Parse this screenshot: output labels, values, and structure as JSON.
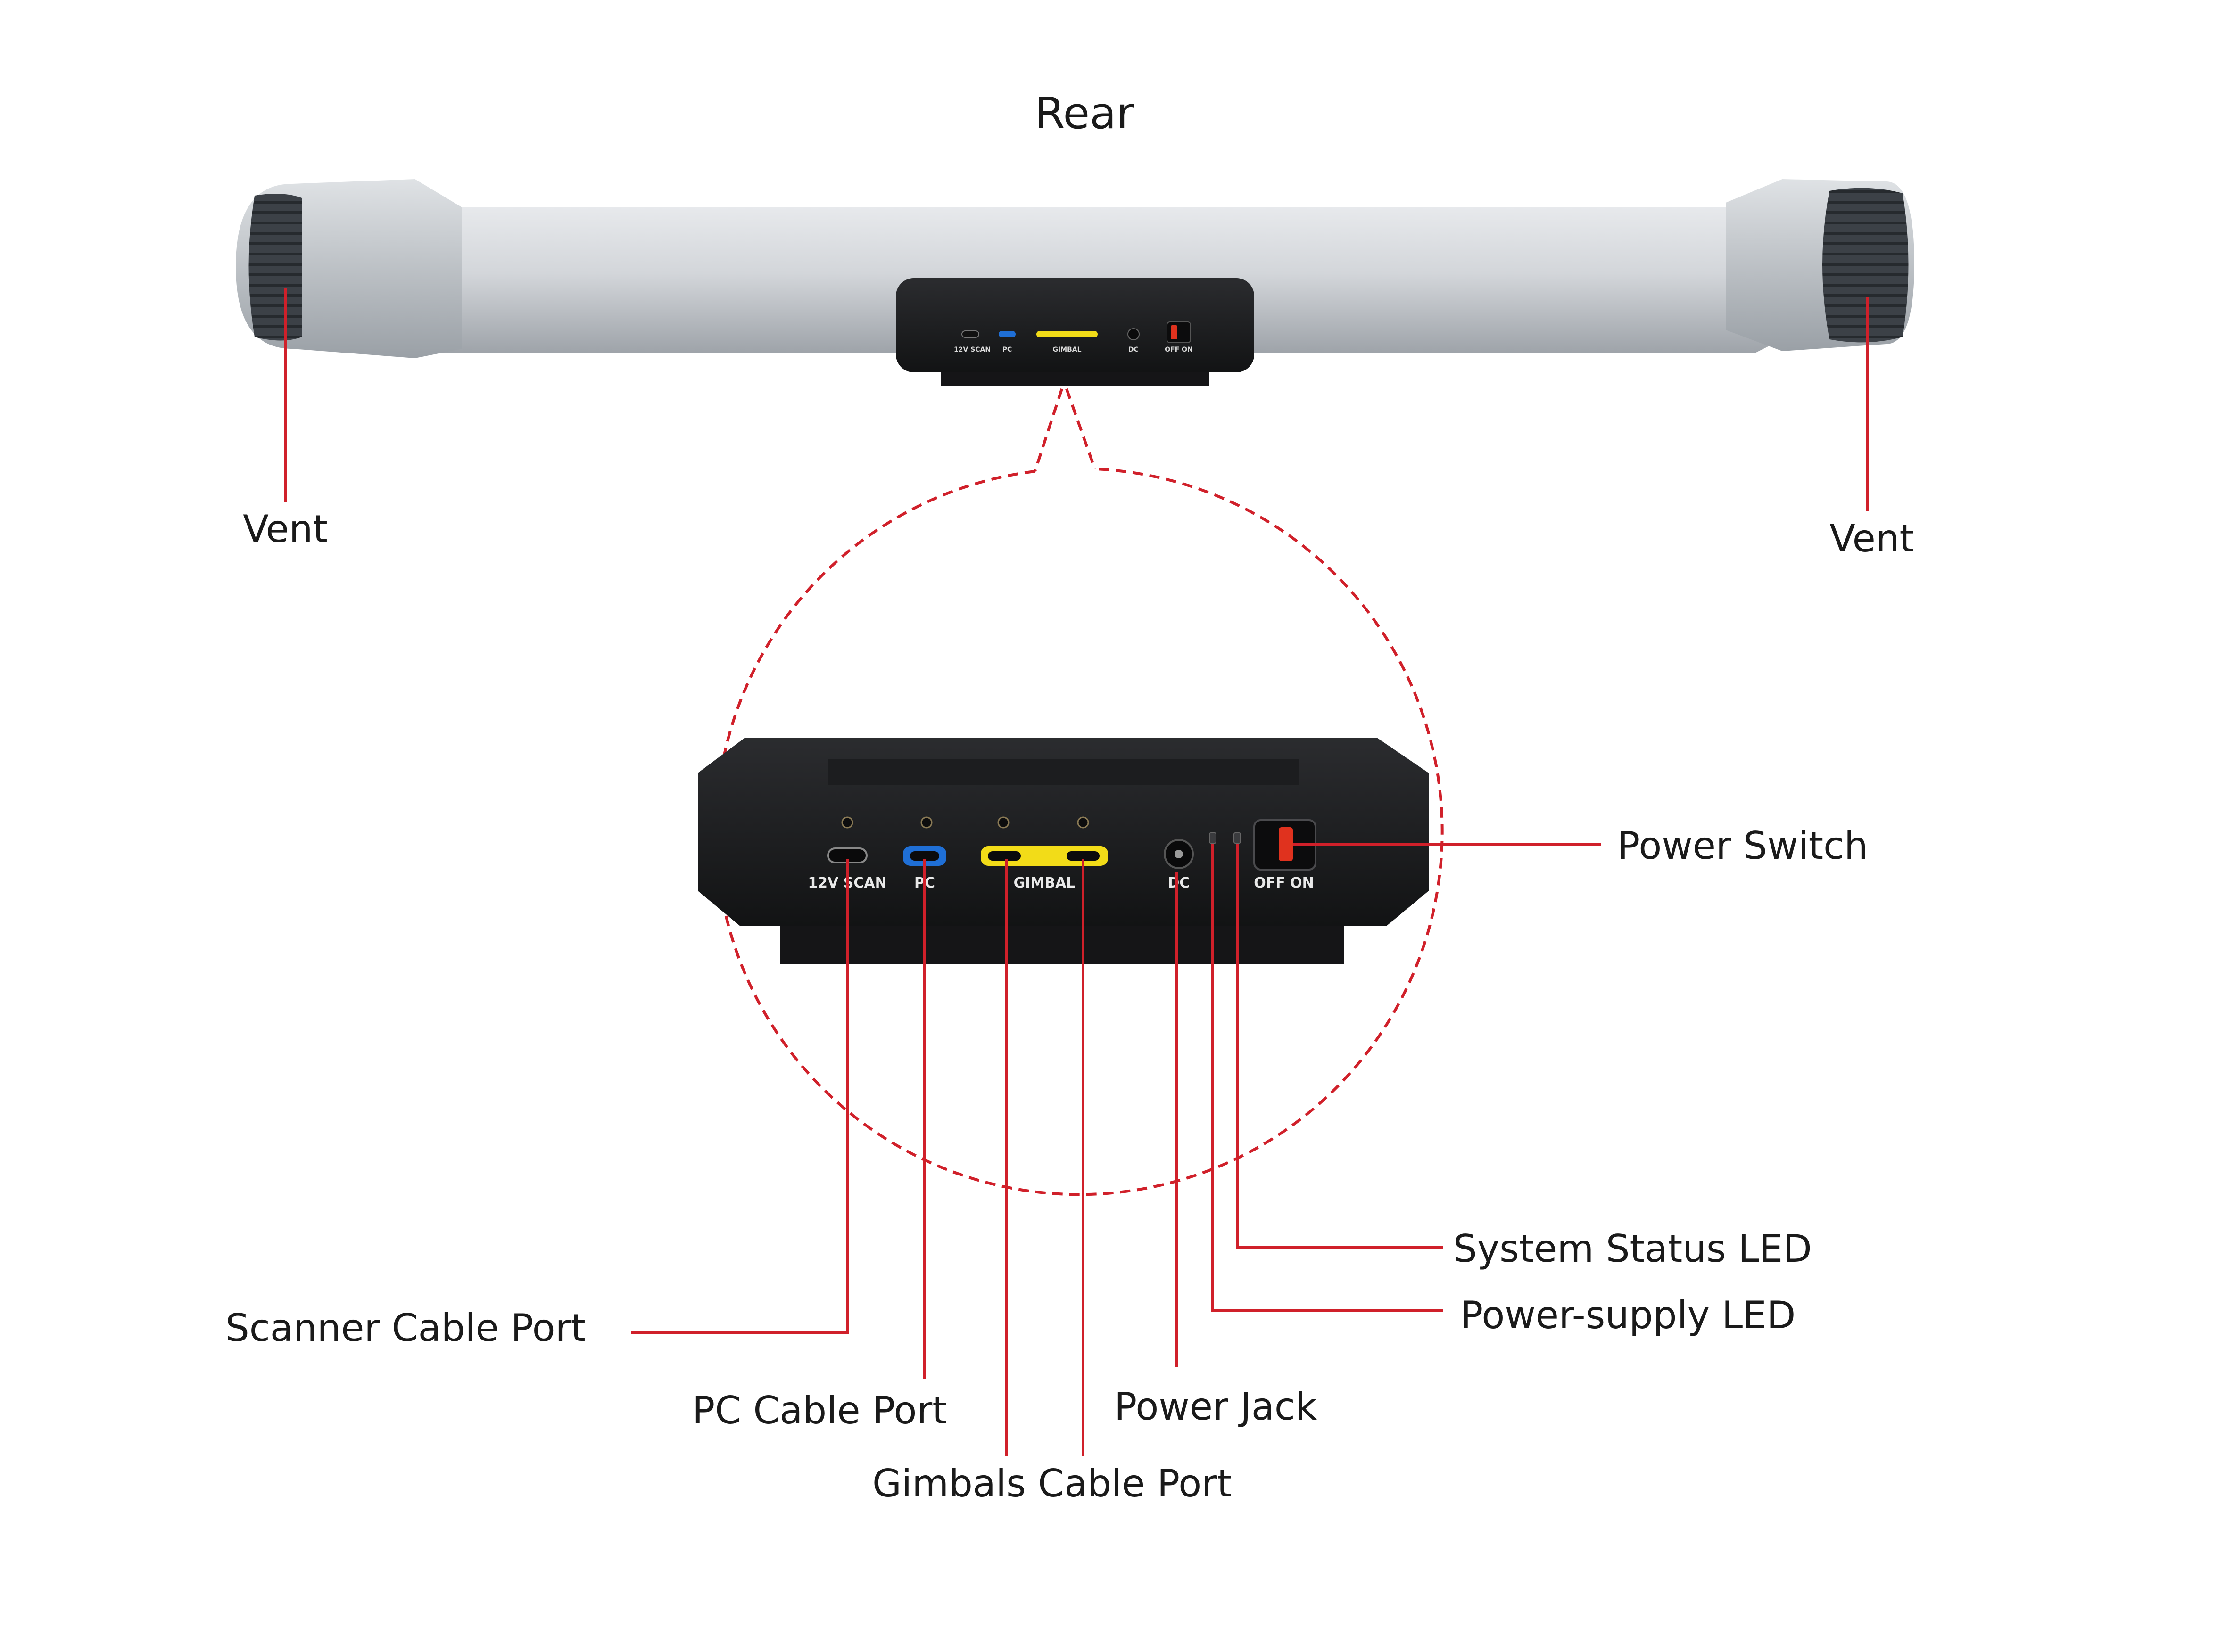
{
  "title": "Rear",
  "labels": {
    "vent_left": "Vent",
    "vent_right": "Vent",
    "power_switch": "Power Switch",
    "system_status_led": "System Status LED",
    "power_supply_led": "Power-supply LED",
    "scanner_cable_port": "Scanner Cable Port",
    "pc_cable_port": "PC Cable Port",
    "power_jack": "Power Jack",
    "gimbals_cable_port": "Gimbals Cable Port"
  },
  "device_ports": {
    "scan": "12V SCAN",
    "pc": "PC",
    "gimbal": "GIMBAL",
    "dc": "DC",
    "switch": "OFF  ON"
  },
  "colors": {
    "leader_line": "#d0202a",
    "dashed_circle": "#d0202a",
    "body_black": "#1f2022",
    "bar_silver": "#c8ccd0",
    "pc_port": "#1f6fd6",
    "gimbal_port": "#f2dc18",
    "switch_red": "#e0321e"
  },
  "icons": [
    "vent-grille-icon",
    "usb-c-port-icon",
    "dc-jack-icon",
    "led-indicator-icon",
    "rocker-switch-icon"
  ]
}
